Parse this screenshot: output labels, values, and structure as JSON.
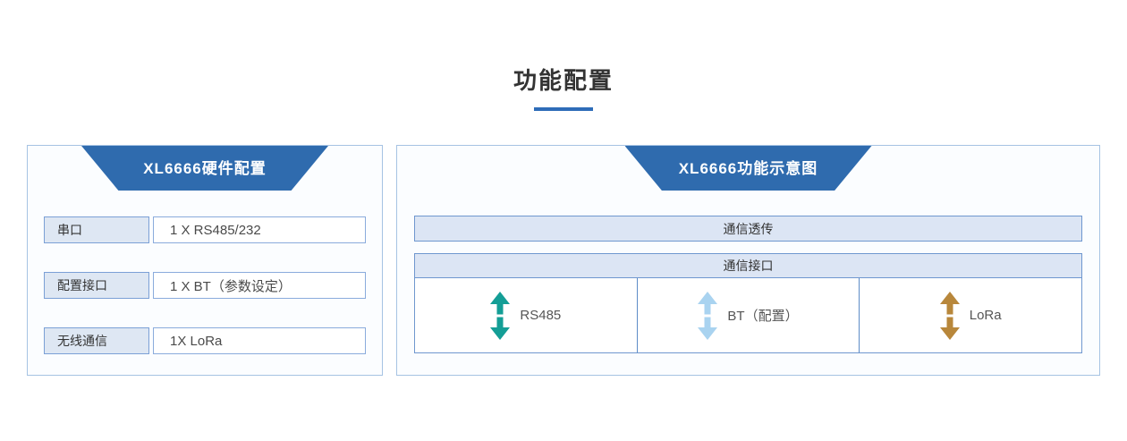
{
  "page": {
    "title": "功能配置"
  },
  "left_panel": {
    "header": "XL6666硬件配置",
    "rows": [
      {
        "label": "串口",
        "value": "1 X RS485/232"
      },
      {
        "label": "配置接口",
        "value": "1 X BT（参数设定）"
      },
      {
        "label": "无线通信",
        "value": "1X LoRa"
      }
    ]
  },
  "right_panel": {
    "header": "XL6666功能示意图",
    "passthrough_bar": "通信透传",
    "interface_table": {
      "header": "通信接口",
      "cells": [
        {
          "label": "RS485",
          "arrow_icon": "double-vertical-arrow",
          "arrow_color": "#149e96"
        },
        {
          "label": "BT（配置）",
          "arrow_icon": "double-vertical-arrow",
          "arrow_color": "#a9d3f0"
        },
        {
          "label": "LoRa",
          "arrow_icon": "double-vertical-arrow",
          "arrow_color": "#b8873b"
        }
      ]
    }
  },
  "colors": {
    "accent_blue": "#2f6bae",
    "underline_blue": "#2e6cb8",
    "panel_border": "#a6c3e3",
    "box_border": "#7ba0d6",
    "box_fill": "#dee7f3"
  }
}
